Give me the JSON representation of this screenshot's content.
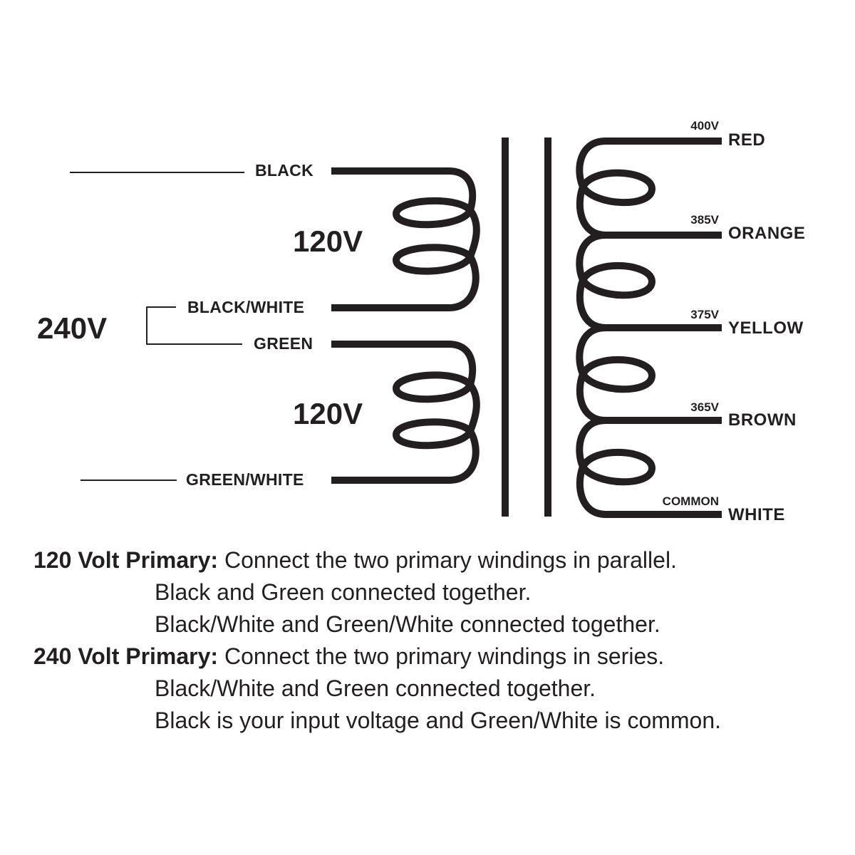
{
  "primary": {
    "top_winding": {
      "voltage_label": "120V",
      "start_wire": "BLACK",
      "end_wire": "BLACK/WHITE"
    },
    "bottom_winding": {
      "voltage_label": "120V",
      "start_wire": "GREEN",
      "end_wire": "GREEN/WHITE"
    },
    "series_voltage_label": "240V"
  },
  "secondary": {
    "taps": [
      {
        "voltage": "400V",
        "wire": "RED"
      },
      {
        "voltage": "385V",
        "wire": "ORANGE"
      },
      {
        "voltage": "375V",
        "wire": "YELLOW"
      },
      {
        "voltage": "365V",
        "wire": "BROWN"
      },
      {
        "voltage": "COMMON",
        "wire": "WHITE"
      }
    ]
  },
  "instructions": [
    {
      "heading": "120 Volt Primary:",
      "text": " Connect the two primary windings in parallel.",
      "details": [
        "Black and Green connected together.",
        "Black/White and Green/White connected together."
      ]
    },
    {
      "heading": "240 Volt Primary:",
      "text": " Connect the two primary windings in series.",
      "details": [
        "Black/White and Green connected together.",
        "Black is your input voltage and Green/White is common."
      ]
    }
  ],
  "colors": {
    "ink": "#231f20",
    "background": "#ffffff"
  }
}
